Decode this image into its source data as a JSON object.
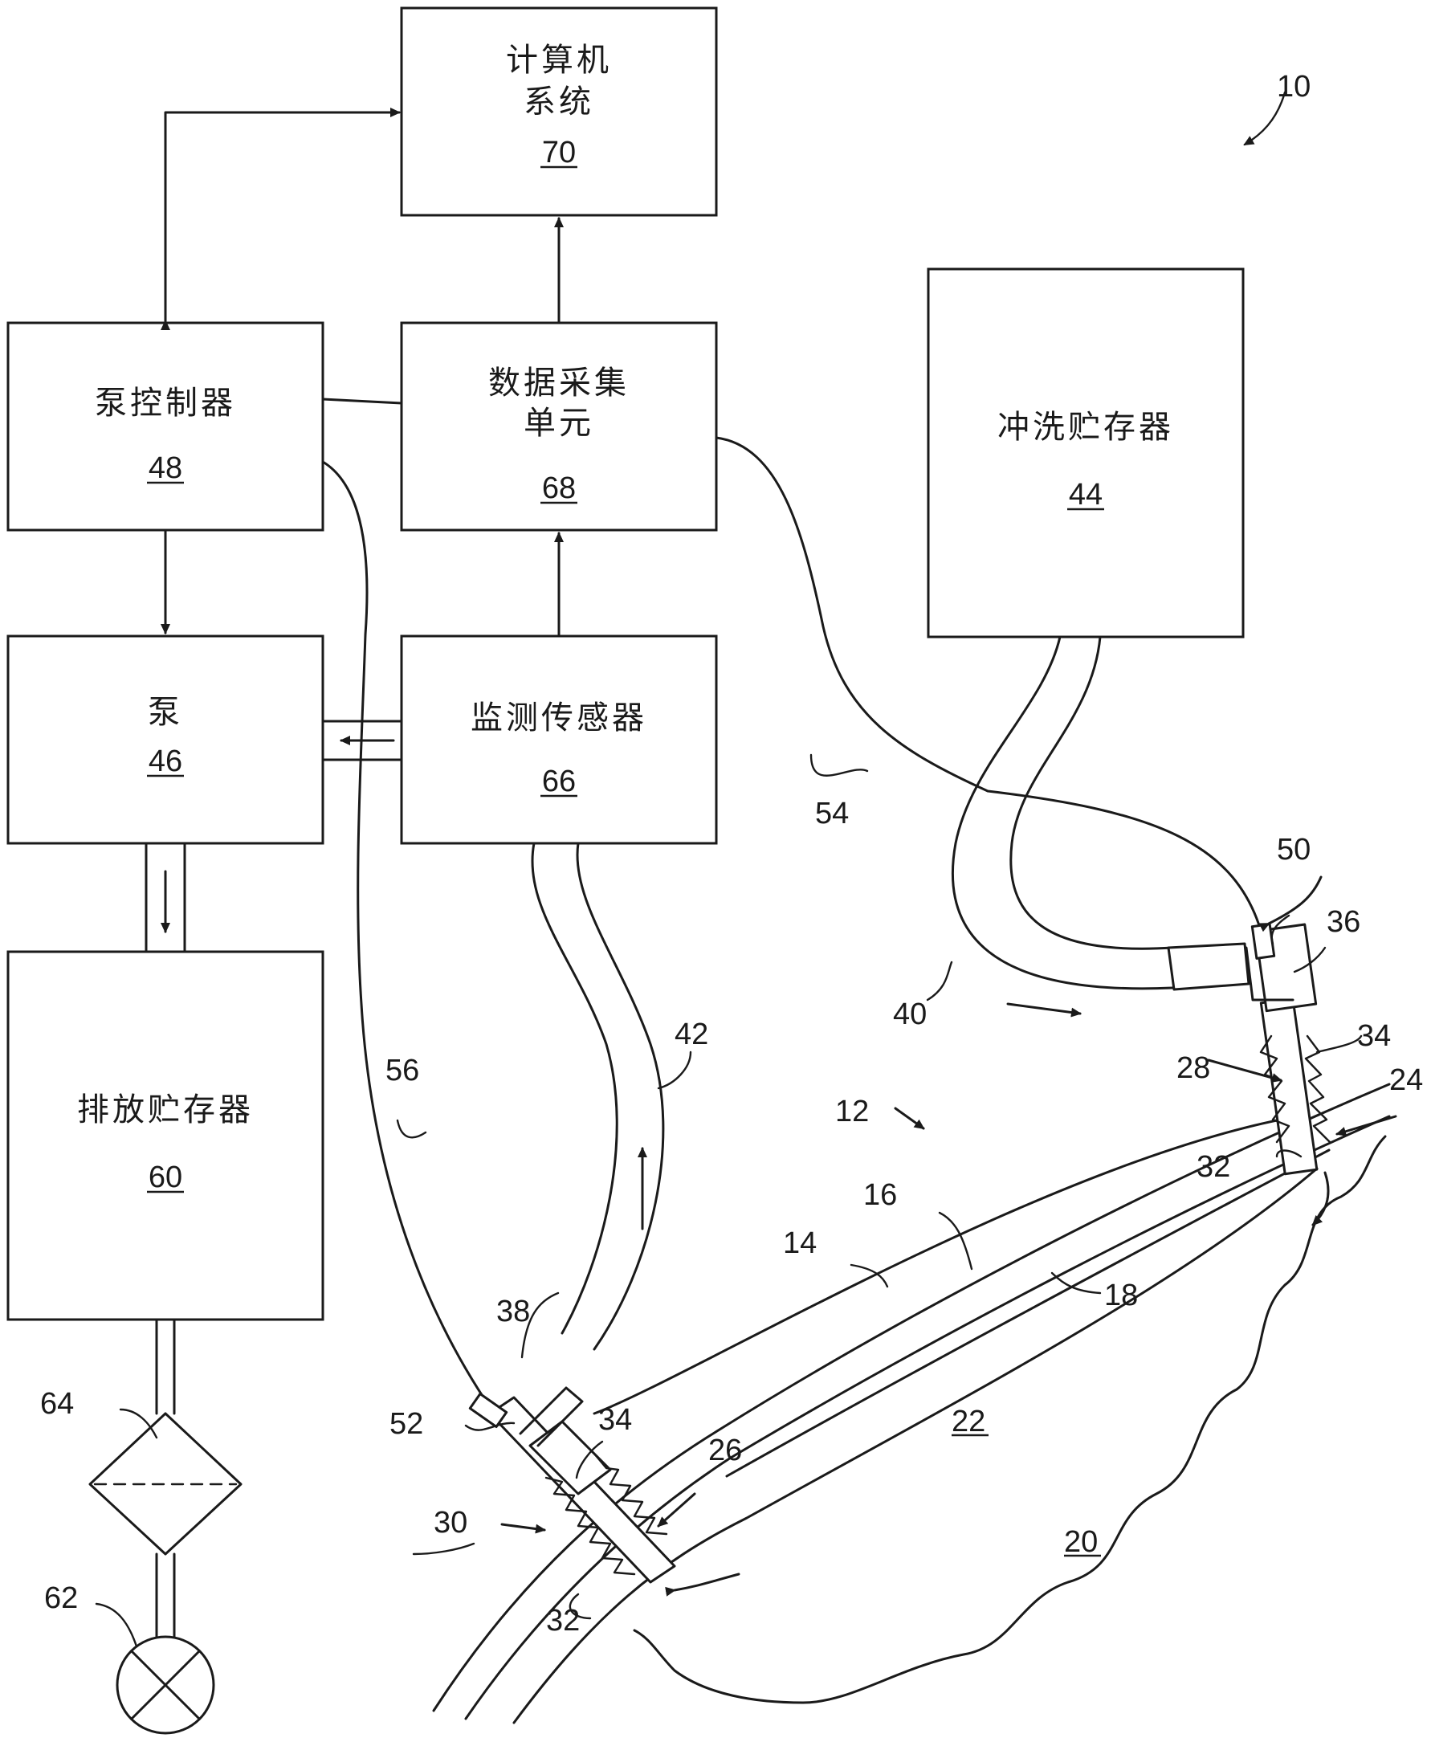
{
  "figure_ref": "10",
  "boxes": {
    "computer": {
      "line1": "计算机",
      "line2": "系统",
      "number": "70"
    },
    "pump_controller": {
      "line1": "泵控制器",
      "number": "48"
    },
    "data_acquisition": {
      "line1": "数据采集",
      "line2": "单元",
      "number": "68"
    },
    "flush_reservoir": {
      "line1": "冲洗贮存器",
      "number": "44"
    },
    "pump": {
      "line1": "泵",
      "number": "46"
    },
    "monitoring_sensor": {
      "line1": "监测传感器",
      "number": "66"
    },
    "drain_reservoir": {
      "line1": "排放贮存器",
      "number": "60"
    }
  },
  "labels": {
    "l12": "12",
    "l14": "14",
    "l16": "16",
    "l18": "18",
    "l20": "20",
    "l22": "22",
    "l24": "24",
    "l26": "26",
    "l28": "28",
    "l30": "30",
    "l32a": "32",
    "l32b": "32",
    "l34a": "34",
    "l34b": "34",
    "l36": "36",
    "l38": "38",
    "l40": "40",
    "l42": "42",
    "l50": "50",
    "l52": "52",
    "l54": "54",
    "l56": "56",
    "l62": "62",
    "l64": "64"
  }
}
